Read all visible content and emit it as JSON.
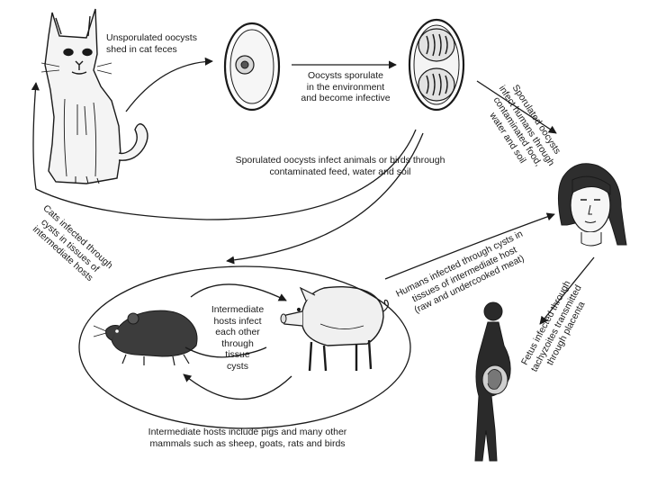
{
  "labels": {
    "shed_in_feces": "Unsporulated oocysts\nshed in cat feces",
    "sporulate": "Oocysts sporulate\nin the environment\nand become infective",
    "infect_humans": "Sporulated oocysts\ninfect humans through\ncontaminated food,\nwater and soil",
    "infect_animals": "Sporulated oocysts infect animals or birds through\ncontaminated feed, water and soil",
    "cats_infected": "Cats infected through\ncysts in tissues of\nintermediate hosts",
    "humans_infected": "Humans infected through cysts in\ntissues of intermediate host\n(raw and undercooked meat)",
    "fetus_infected": "Fetus infected through\ntachyzoites transmitted\nthrough placenta",
    "intermediate_infect": "Intermediate\nhosts infect\neach other\nthrough\ntissue\ncysts",
    "intermediate_include": "Intermediate hosts include pigs and many other\nmammals such as sheep, goats, rats and birds"
  },
  "figures": {
    "cat": "cat-illustration",
    "unsporulated_oocyst": "unsporulated-oocyst",
    "sporulated_oocyst": "sporulated-oocyst",
    "woman": "woman-portrait",
    "rat": "rat-illustration",
    "pig": "pig-illustration",
    "pregnant_woman": "pregnant-woman-silhouette"
  },
  "colors": {
    "ink": "#1a1a1a",
    "background": "#ffffff"
  }
}
